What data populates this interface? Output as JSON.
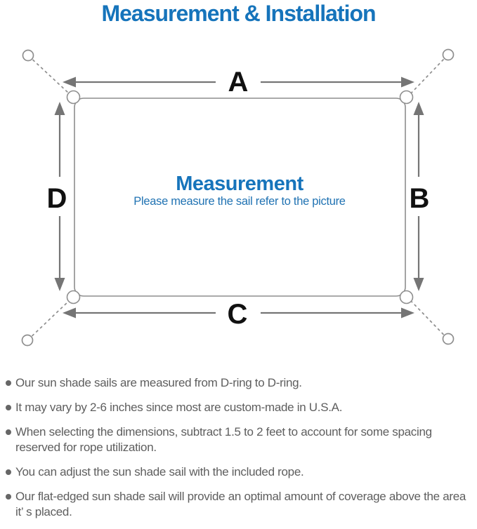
{
  "title": "Measurement & Installation",
  "diagram": {
    "dimension_labels": {
      "top": "A",
      "right": "B",
      "bottom": "C",
      "left": "D"
    },
    "center_heading": "Measurement",
    "center_caption": "Please measure the sail refer to the picture",
    "corner_hardware": "d-ring",
    "anchor_hardware": "anchor-ring",
    "connection_style": "dashed-rope"
  },
  "notes": [
    "Our sun shade sails are measured from D-ring to D-ring.",
    "It may vary by 2-6 inches since most are custom-made in U.S.A.",
    "When selecting the dimensions, subtract 1.5 to 2 feet to account for some spacing reserved for rope utilization.",
    "You can adjust the sun shade sail with the included rope.",
    "Our flat-edged sun shade sail will provide an optimal amount of coverage above the area it’ s placed."
  ],
  "colors": {
    "heading_blue": "#1674bb",
    "caption_blue": "#2173b3",
    "outline_gray": "#8e8e8e",
    "arrow_gray": "#757575",
    "dimension_label_black": "#111111",
    "note_text_gray": "#5e5e5e"
  }
}
